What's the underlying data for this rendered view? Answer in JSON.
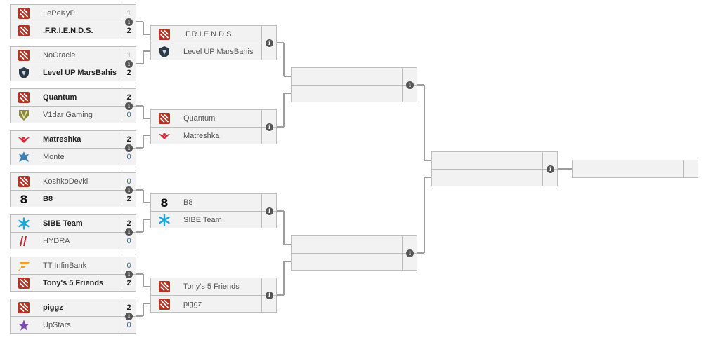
{
  "icons": {
    "dota": "dota-icon",
    "levelup": "level-up-shield-icon",
    "v1dar": "v1dar-icon",
    "matreshka": "matreshka-wings-icon",
    "monte": "monte-icon",
    "b8": "b8-icon",
    "sibe": "sibe-snowflake-icon",
    "hydra": "hydra-icon",
    "infinbank": "infinbank-icon",
    "upstars": "upstars-star-icon"
  },
  "colors": {
    "dota_red": "#b03524",
    "matreshka_red": "#d02a3a",
    "sibe_blue": "#1aa7e0",
    "hydra_red": "#c0282d",
    "infinbank_orange": "#f2a22a",
    "upstars_purple": "#7b4fb0",
    "line": "#9e9e9e"
  },
  "info_symbol": "i",
  "rounds": [
    [
      {
        "teams": [
          {
            "name": "IIePeKyP",
            "score": "1",
            "logo": "dota",
            "winner": false
          },
          {
            "name": ".F.R.I.E.N.D.S.",
            "score": "2",
            "logo": "dota",
            "winner": true
          }
        ]
      },
      {
        "teams": [
          {
            "name": "NoOracle",
            "score": "1",
            "logo": "dota",
            "winner": false
          },
          {
            "name": "Level UP MarsBahis",
            "score": "2",
            "logo": "levelup",
            "winner": true
          }
        ]
      },
      {
        "teams": [
          {
            "name": "Quantum",
            "score": "2",
            "logo": "dota",
            "winner": true
          },
          {
            "name": "V1dar Gaming",
            "score": "0",
            "logo": "v1dar",
            "winner": false
          }
        ]
      },
      {
        "teams": [
          {
            "name": "Matreshka",
            "score": "2",
            "logo": "matreshka",
            "winner": true
          },
          {
            "name": "Monte",
            "score": "0",
            "logo": "monte",
            "winner": false
          }
        ]
      },
      {
        "teams": [
          {
            "name": "KoshkoDevki",
            "score": "0",
            "logo": "dota",
            "winner": false
          },
          {
            "name": "B8",
            "score": "2",
            "logo": "b8",
            "winner": true
          }
        ]
      },
      {
        "teams": [
          {
            "name": "SIBE Team",
            "score": "2",
            "logo": "sibe",
            "winner": true
          },
          {
            "name": "HYDRA",
            "score": "0",
            "logo": "hydra",
            "winner": false
          }
        ]
      },
      {
        "teams": [
          {
            "name": "TT InfinBank",
            "score": "0",
            "logo": "infinbank",
            "winner": false
          },
          {
            "name": "Tony's 5 Friends",
            "score": "2",
            "logo": "dota",
            "winner": true
          }
        ]
      },
      {
        "teams": [
          {
            "name": "piggz",
            "score": "2",
            "logo": "dota",
            "winner": true
          },
          {
            "name": "UpStars",
            "score": "0",
            "logo": "upstars",
            "winner": false
          }
        ]
      }
    ],
    [
      {
        "teams": [
          {
            "name": ".F.R.I.E.N.D.S.",
            "score": "",
            "logo": "dota",
            "winner": false
          },
          {
            "name": "Level UP MarsBahis",
            "score": "",
            "logo": "levelup",
            "winner": false
          }
        ]
      },
      {
        "teams": [
          {
            "name": "Quantum",
            "score": "",
            "logo": "dota",
            "winner": false
          },
          {
            "name": "Matreshka",
            "score": "",
            "logo": "matreshka",
            "winner": false
          }
        ]
      },
      {
        "teams": [
          {
            "name": "B8",
            "score": "",
            "logo": "b8",
            "winner": false
          },
          {
            "name": "SIBE Team",
            "score": "",
            "logo": "sibe",
            "winner": false
          }
        ]
      },
      {
        "teams": [
          {
            "name": "Tony's 5 Friends",
            "score": "",
            "logo": "dota",
            "winner": false
          },
          {
            "name": "piggz",
            "score": "",
            "logo": "dota",
            "winner": false
          }
        ]
      }
    ],
    [
      {
        "teams": [
          {
            "name": "",
            "score": "",
            "logo": "",
            "winner": false
          },
          {
            "name": "",
            "score": "",
            "logo": "",
            "winner": false
          }
        ]
      },
      {
        "teams": [
          {
            "name": "",
            "score": "",
            "logo": "",
            "winner": false
          },
          {
            "name": "",
            "score": "",
            "logo": "",
            "winner": false
          }
        ]
      }
    ],
    [
      {
        "teams": [
          {
            "name": "",
            "score": "",
            "logo": "",
            "winner": false
          },
          {
            "name": "",
            "score": "",
            "logo": "",
            "winner": false
          }
        ]
      }
    ],
    [
      {
        "teams": [
          {
            "name": "",
            "score": "",
            "logo": "",
            "winner": false
          }
        ]
      }
    ]
  ]
}
